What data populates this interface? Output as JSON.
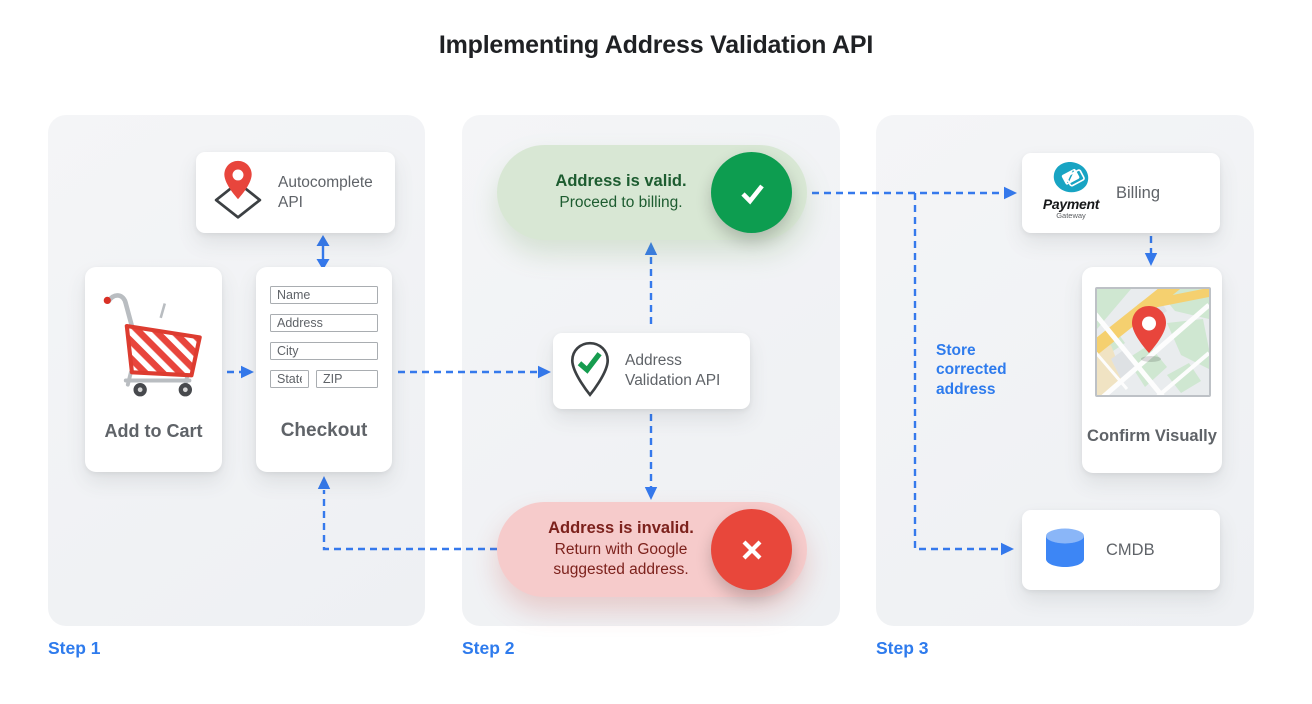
{
  "title": "Implementing Address Validation API",
  "colors": {
    "arrow_blue": "#3579ec",
    "step_blue": "#2e7bed",
    "valid_bg": "#d8e7d4",
    "valid_circle": "#0d9d50",
    "valid_text": "#1d5c30",
    "invalid_bg": "#f6cbcb",
    "invalid_circle": "#e8473b",
    "invalid_text": "#7c211c",
    "card_text_gray": "#5f6368",
    "payment_teal": "#18a4c3",
    "cmdb_blue": "#3d86f5"
  },
  "icons": {
    "autocomplete": "map-pin-diamond-icon",
    "add_to_cart": "shopping-cart-icon",
    "validation_api": "pin-check-icon",
    "valid": "check-icon",
    "invalid": "x-icon",
    "billing": "payment-gateway-logo",
    "confirm": "map-thumbnail",
    "cmdb": "database-cylinder-icon"
  },
  "step1": {
    "autocomplete": {
      "label": "Autocomplete API"
    },
    "add_to_cart": {
      "label": "Add to Cart"
    },
    "checkout": {
      "label": "Checkout",
      "fields": {
        "name": "Name",
        "address": "Address",
        "city": "City",
        "state": "State",
        "zip": "ZIP"
      }
    }
  },
  "step2": {
    "valid": {
      "title": "Address is valid.",
      "subtitle": "Proceed to billing."
    },
    "validation_api": {
      "label": "Address Validation API"
    },
    "invalid": {
      "title": "Address is invalid.",
      "subtitle": "Return with Google suggested address."
    }
  },
  "step3": {
    "billing": {
      "label": "Billing",
      "logo_title": "Payment",
      "logo_subtitle": "Gateway"
    },
    "confirm": {
      "label": "Confirm Visually"
    },
    "cmdb": {
      "label": "CMDB"
    },
    "store_note": "Store corrected address"
  },
  "steps": [
    {
      "label": "Step 1"
    },
    {
      "label": "Step 2"
    },
    {
      "label": "Step 3"
    }
  ]
}
